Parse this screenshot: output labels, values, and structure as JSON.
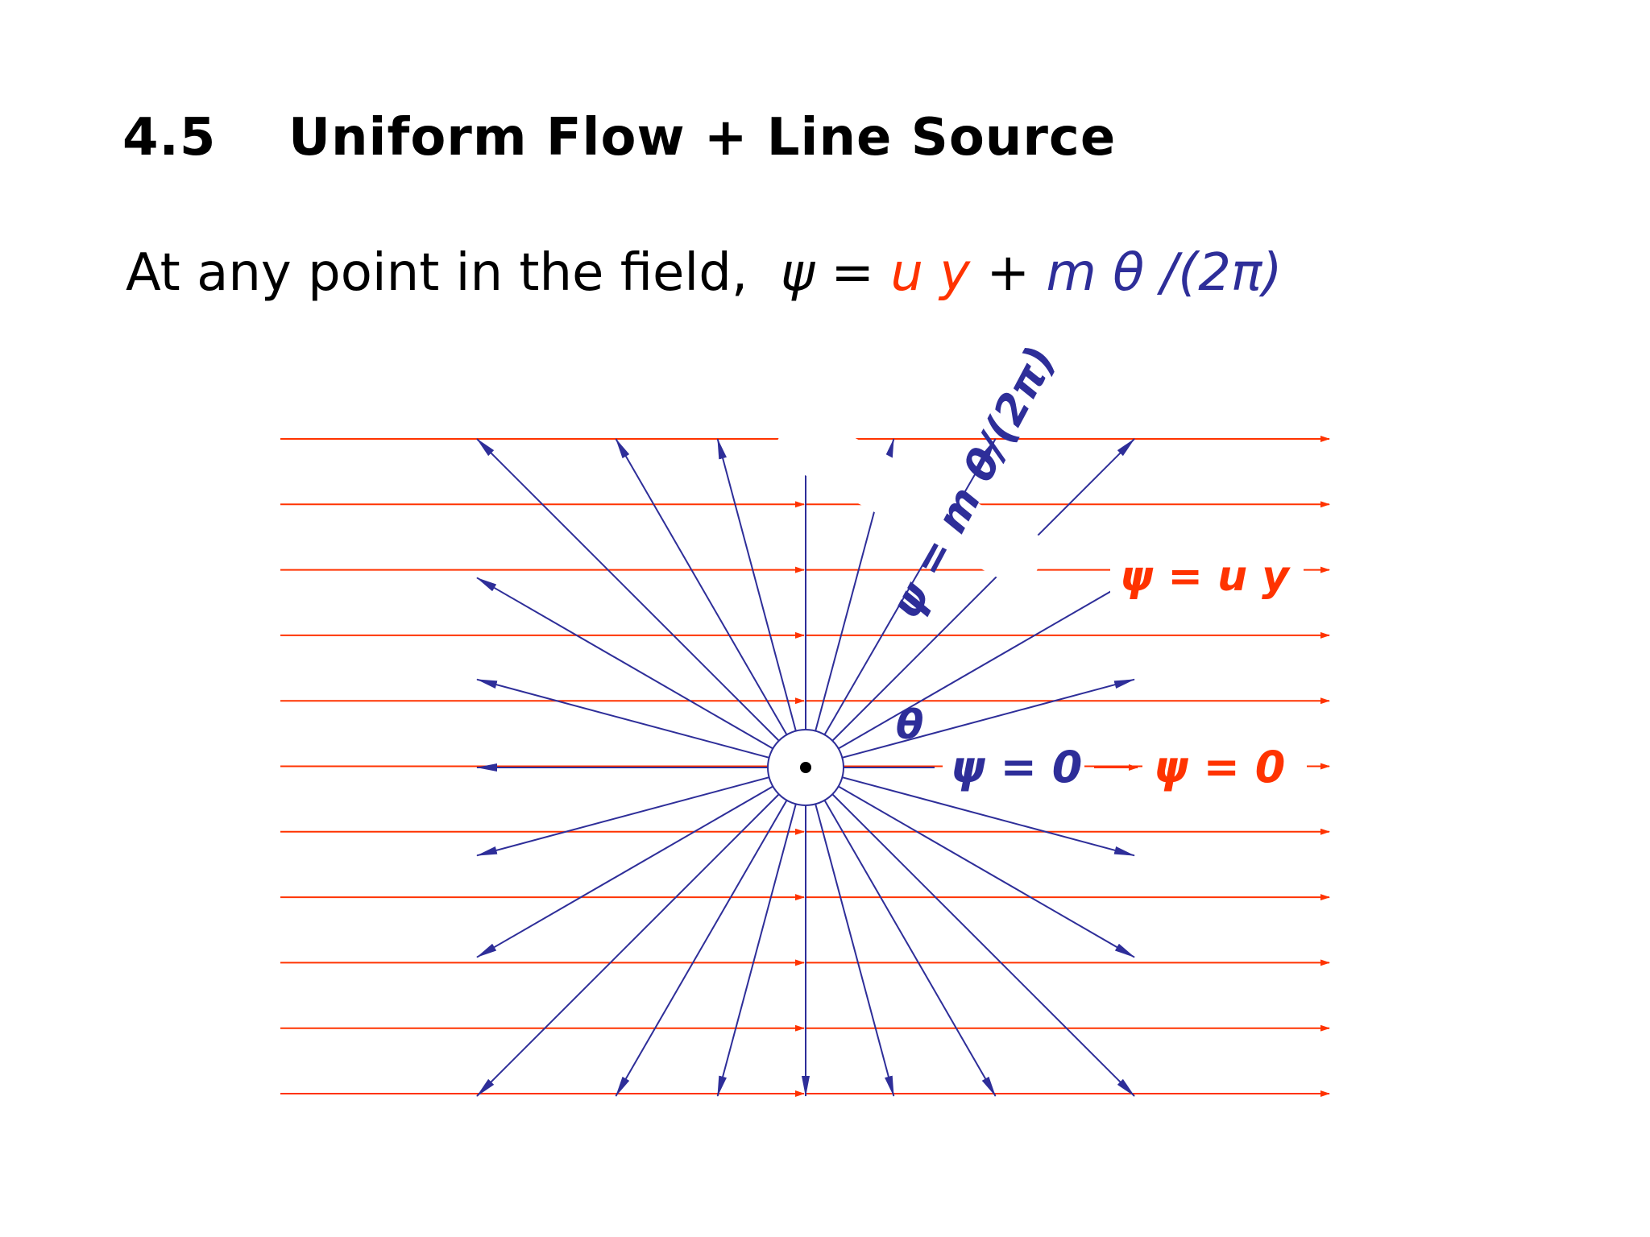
{
  "title": {
    "number": "4.5",
    "text": "Uniform Flow + Line Source"
  },
  "statement": {
    "prefix": "At any point in the field,",
    "psi": "ψ =",
    "uniform_term": "u y",
    "plus": "+",
    "source_term": "m θ /(2π)"
  },
  "labels": {
    "source_streamline": "ψ = m θ/(2π)",
    "uniform_streamline": "ψ = u y",
    "theta": "θ",
    "source_zero": "ψ = 0",
    "uniform_zero": "ψ = 0"
  },
  "colors": {
    "uniform": "#ff3300",
    "source": "#2e2e99",
    "text": "#000000"
  },
  "diagram": {
    "uniform_line_count": 11,
    "source_ray_count": 24
  }
}
